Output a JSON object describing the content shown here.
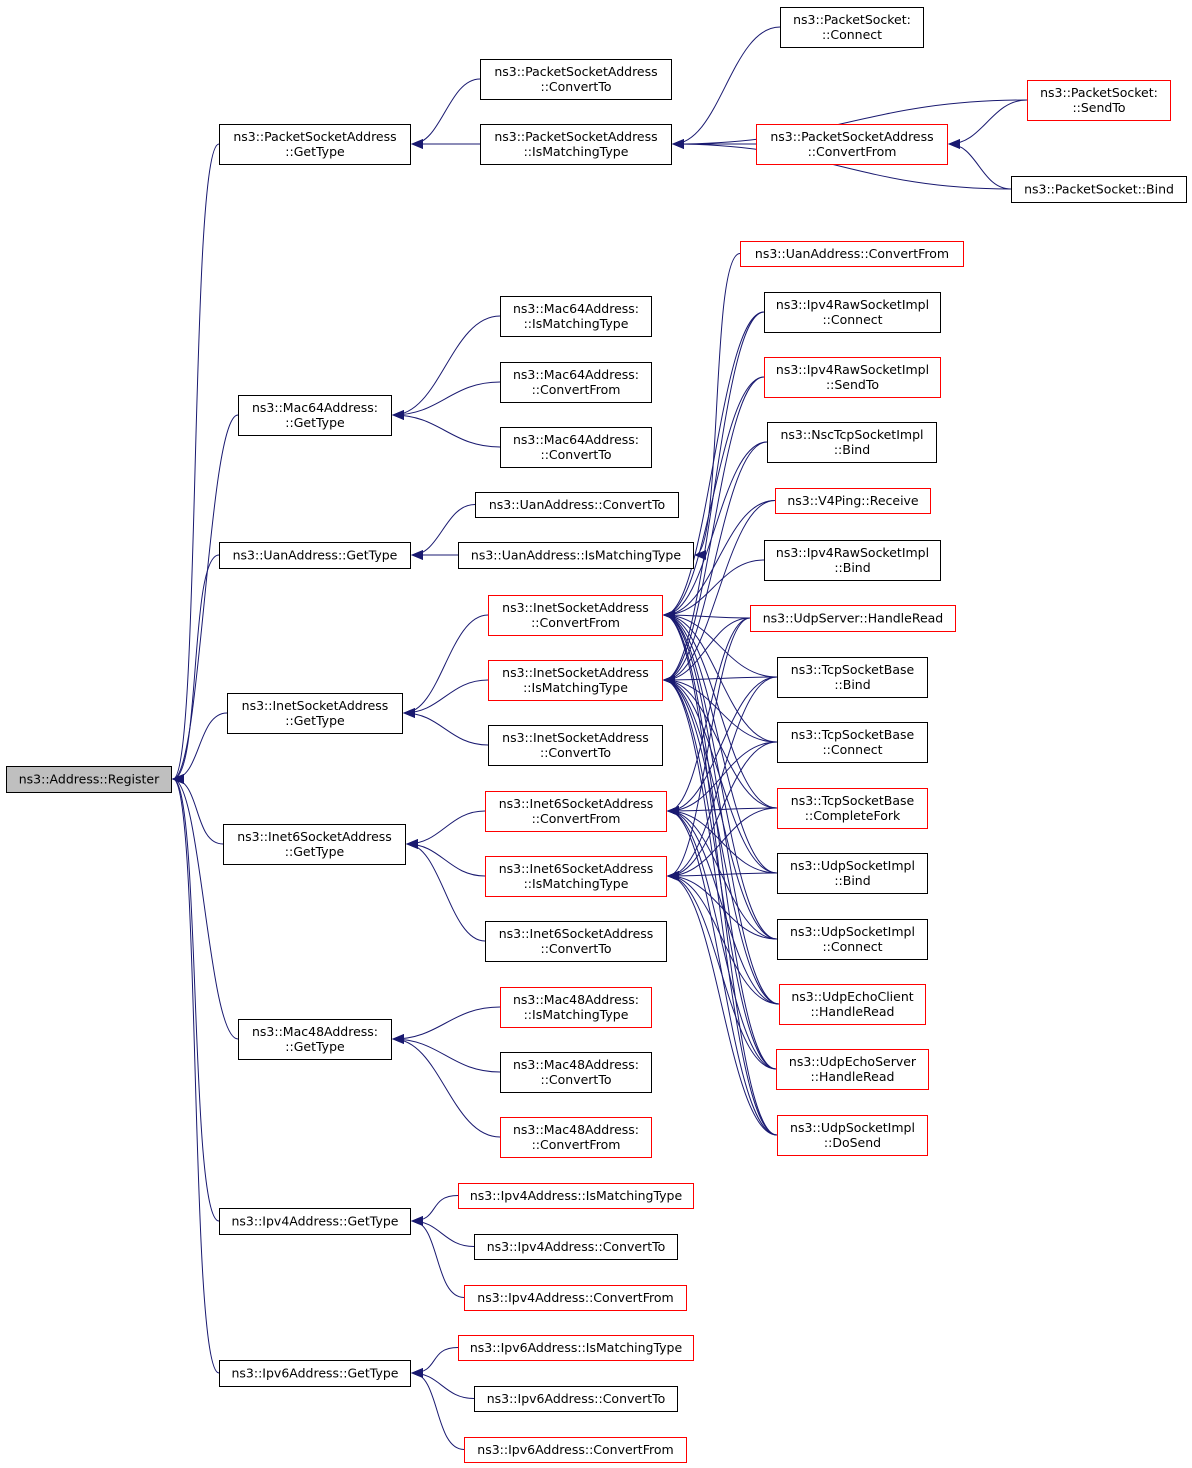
{
  "colors": {
    "edge": "#191970",
    "normal_border": "#000000",
    "red_border": "#ff0000",
    "root_fill": "#bfbfbf",
    "node_fill": "#ffffff"
  },
  "nodes": [
    {
      "id": "register",
      "lines": [
        "ns3::Address::Register"
      ],
      "style": "root"
    },
    {
      "id": "psa_gettype",
      "lines": [
        "ns3::PacketSocketAddress",
        "::GetType"
      ],
      "style": "normal"
    },
    {
      "id": "psa_convertto",
      "lines": [
        "ns3::PacketSocketAddress",
        "::ConvertTo"
      ],
      "style": "normal"
    },
    {
      "id": "psa_ismatching",
      "lines": [
        "ns3::PacketSocketAddress",
        "::IsMatchingType"
      ],
      "style": "normal"
    },
    {
      "id": "ps_connect",
      "lines": [
        "ns3::PacketSocket:",
        "::Connect"
      ],
      "style": "normal"
    },
    {
      "id": "ps_sendto",
      "lines": [
        "ns3::PacketSocket:",
        "::SendTo"
      ],
      "style": "red"
    },
    {
      "id": "psa_convertfrom",
      "lines": [
        "ns3::PacketSocketAddress",
        "::ConvertFrom"
      ],
      "style": "red"
    },
    {
      "id": "ps_bind",
      "lines": [
        "ns3::PacketSocket::Bind"
      ],
      "style": "normal"
    },
    {
      "id": "uan_convertfrom",
      "lines": [
        "ns3::UanAddress::ConvertFrom"
      ],
      "style": "red"
    },
    {
      "id": "m64_ismatching",
      "lines": [
        "ns3::Mac64Address:",
        "::IsMatchingType"
      ],
      "style": "normal"
    },
    {
      "id": "m64_convertfrom",
      "lines": [
        "ns3::Mac64Address:",
        "::ConvertFrom"
      ],
      "style": "normal"
    },
    {
      "id": "m64_gettype",
      "lines": [
        "ns3::Mac64Address:",
        "::GetType"
      ],
      "style": "normal"
    },
    {
      "id": "m64_convertto",
      "lines": [
        "ns3::Mac64Address:",
        "::ConvertTo"
      ],
      "style": "normal"
    },
    {
      "id": "uan_convertto",
      "lines": [
        "ns3::UanAddress::ConvertTo"
      ],
      "style": "normal"
    },
    {
      "id": "uan_gettype",
      "lines": [
        "ns3::UanAddress::GetType"
      ],
      "style": "normal"
    },
    {
      "id": "uan_ismatching",
      "lines": [
        "ns3::UanAddress::IsMatchingType"
      ],
      "style": "normal"
    },
    {
      "id": "i4raw_connect",
      "lines": [
        "ns3::Ipv4RawSocketImpl",
        "::Connect"
      ],
      "style": "normal"
    },
    {
      "id": "i4raw_sendto",
      "lines": [
        "ns3::Ipv4RawSocketImpl",
        "::SendTo"
      ],
      "style": "red"
    },
    {
      "id": "nsc_bind",
      "lines": [
        "ns3::NscTcpSocketImpl",
        "::Bind"
      ],
      "style": "normal"
    },
    {
      "id": "v4ping",
      "lines": [
        "ns3::V4Ping::Receive"
      ],
      "style": "red"
    },
    {
      "id": "i4raw_bind",
      "lines": [
        "ns3::Ipv4RawSocketImpl",
        "::Bind"
      ],
      "style": "normal"
    },
    {
      "id": "udpserver",
      "lines": [
        "ns3::UdpServer::HandleRead"
      ],
      "style": "red"
    },
    {
      "id": "isa_convertfrom",
      "lines": [
        "ns3::InetSocketAddress",
        "::ConvertFrom"
      ],
      "style": "red"
    },
    {
      "id": "isa_ismatching",
      "lines": [
        "ns3::InetSocketAddress",
        "::IsMatchingType"
      ],
      "style": "red"
    },
    {
      "id": "isa_gettype",
      "lines": [
        "ns3::InetSocketAddress",
        "::GetType"
      ],
      "style": "normal"
    },
    {
      "id": "isa_convertto",
      "lines": [
        "ns3::InetSocketAddress",
        "::ConvertTo"
      ],
      "style": "normal"
    },
    {
      "id": "tcp_bind",
      "lines": [
        "ns3::TcpSocketBase",
        "::Bind"
      ],
      "style": "normal"
    },
    {
      "id": "tcp_connect",
      "lines": [
        "ns3::TcpSocketBase",
        "::Connect"
      ],
      "style": "normal"
    },
    {
      "id": "tcp_completefork",
      "lines": [
        "ns3::TcpSocketBase",
        "::CompleteFork"
      ],
      "style": "red"
    },
    {
      "id": "i6sa_convertfrom",
      "lines": [
        "ns3::Inet6SocketAddress",
        "::ConvertFrom"
      ],
      "style": "red"
    },
    {
      "id": "i6sa_gettype",
      "lines": [
        "ns3::Inet6SocketAddress",
        "::GetType"
      ],
      "style": "normal"
    },
    {
      "id": "i6sa_ismatching",
      "lines": [
        "ns3::Inet6SocketAddress",
        "::IsMatchingType"
      ],
      "style": "red"
    },
    {
      "id": "udp_bind",
      "lines": [
        "ns3::UdpSocketImpl",
        "::Bind"
      ],
      "style": "normal"
    },
    {
      "id": "udp_connect",
      "lines": [
        "ns3::UdpSocketImpl",
        "::Connect"
      ],
      "style": "normal"
    },
    {
      "id": "i6sa_convertto",
      "lines": [
        "ns3::Inet6SocketAddress",
        "::ConvertTo"
      ],
      "style": "normal"
    },
    {
      "id": "echoclient",
      "lines": [
        "ns3::UdpEchoClient",
        "::HandleRead"
      ],
      "style": "red"
    },
    {
      "id": "m48_ismatching",
      "lines": [
        "ns3::Mac48Address:",
        "::IsMatchingType"
      ],
      "style": "red"
    },
    {
      "id": "m48_gettype",
      "lines": [
        "ns3::Mac48Address:",
        "::GetType"
      ],
      "style": "normal"
    },
    {
      "id": "m48_convertto",
      "lines": [
        "ns3::Mac48Address:",
        "::ConvertTo"
      ],
      "style": "normal"
    },
    {
      "id": "echoserver",
      "lines": [
        "ns3::UdpEchoServer",
        "::HandleRead"
      ],
      "style": "red"
    },
    {
      "id": "udp_dosend",
      "lines": [
        "ns3::UdpSocketImpl",
        "::DoSend"
      ],
      "style": "red"
    },
    {
      "id": "m48_convertfrom",
      "lines": [
        "ns3::Mac48Address:",
        "::ConvertFrom"
      ],
      "style": "red"
    },
    {
      "id": "ip4_ismatching",
      "lines": [
        "ns3::Ipv4Address::IsMatchingType"
      ],
      "style": "red"
    },
    {
      "id": "ip4_gettype",
      "lines": [
        "ns3::Ipv4Address::GetType"
      ],
      "style": "normal"
    },
    {
      "id": "ip4_convertto",
      "lines": [
        "ns3::Ipv4Address::ConvertTo"
      ],
      "style": "normal"
    },
    {
      "id": "ip4_convertfrom",
      "lines": [
        "ns3::Ipv4Address::ConvertFrom"
      ],
      "style": "red"
    },
    {
      "id": "ip6_ismatching",
      "lines": [
        "ns3::Ipv6Address::IsMatchingType"
      ],
      "style": "red"
    },
    {
      "id": "ip6_gettype",
      "lines": [
        "ns3::Ipv6Address::GetType"
      ],
      "style": "normal"
    },
    {
      "id": "ip6_convertto",
      "lines": [
        "ns3::Ipv6Address::ConvertTo"
      ],
      "style": "normal"
    },
    {
      "id": "ip6_convertfrom",
      "lines": [
        "ns3::Ipv6Address::ConvertFrom"
      ],
      "style": "red"
    }
  ],
  "edges": [
    [
      "psa_gettype",
      "register"
    ],
    [
      "m64_gettype",
      "register"
    ],
    [
      "uan_gettype",
      "register"
    ],
    [
      "isa_gettype",
      "register"
    ],
    [
      "i6sa_gettype",
      "register"
    ],
    [
      "m48_gettype",
      "register"
    ],
    [
      "ip4_gettype",
      "register"
    ],
    [
      "ip6_gettype",
      "register"
    ],
    [
      "psa_convertto",
      "psa_gettype"
    ],
    [
      "psa_ismatching",
      "psa_gettype"
    ],
    [
      "ps_connect",
      "psa_ismatching"
    ],
    [
      "ps_sendto",
      "psa_ismatching"
    ],
    [
      "psa_convertfrom",
      "psa_ismatching"
    ],
    [
      "ps_bind",
      "psa_ismatching"
    ],
    [
      "ps_sendto",
      "psa_convertfrom"
    ],
    [
      "ps_bind",
      "psa_convertfrom"
    ],
    [
      "m64_ismatching",
      "m64_gettype"
    ],
    [
      "m64_convertfrom",
      "m64_gettype"
    ],
    [
      "m64_convertto",
      "m64_gettype"
    ],
    [
      "uan_convertto",
      "uan_gettype"
    ],
    [
      "uan_ismatching",
      "uan_gettype"
    ],
    [
      "uan_convertfrom",
      "uan_ismatching"
    ],
    [
      "isa_convertfrom",
      "isa_gettype"
    ],
    [
      "isa_ismatching",
      "isa_gettype"
    ],
    [
      "isa_convertto",
      "isa_gettype"
    ],
    [
      "i6sa_convertfrom",
      "i6sa_gettype"
    ],
    [
      "i6sa_ismatching",
      "i6sa_gettype"
    ],
    [
      "i6sa_convertto",
      "i6sa_gettype"
    ],
    [
      "m48_ismatching",
      "m48_gettype"
    ],
    [
      "m48_convertto",
      "m48_gettype"
    ],
    [
      "m48_convertfrom",
      "m48_gettype"
    ],
    [
      "ip4_ismatching",
      "ip4_gettype"
    ],
    [
      "ip4_convertto",
      "ip4_gettype"
    ],
    [
      "ip4_convertfrom",
      "ip4_gettype"
    ],
    [
      "ip6_ismatching",
      "ip6_gettype"
    ],
    [
      "ip6_convertto",
      "ip6_gettype"
    ],
    [
      "ip6_convertfrom",
      "ip6_gettype"
    ],
    [
      "i4raw_connect",
      "isa_convertfrom"
    ],
    [
      "i4raw_sendto",
      "isa_convertfrom"
    ],
    [
      "nsc_bind",
      "isa_convertfrom"
    ],
    [
      "v4ping",
      "isa_convertfrom"
    ],
    [
      "i4raw_bind",
      "isa_convertfrom"
    ],
    [
      "udpserver",
      "isa_convertfrom"
    ],
    [
      "tcp_bind",
      "isa_convertfrom"
    ],
    [
      "tcp_connect",
      "isa_convertfrom"
    ],
    [
      "tcp_completefork",
      "isa_convertfrom"
    ],
    [
      "udp_bind",
      "isa_convertfrom"
    ],
    [
      "udp_connect",
      "isa_convertfrom"
    ],
    [
      "echoclient",
      "isa_convertfrom"
    ],
    [
      "echoserver",
      "isa_convertfrom"
    ],
    [
      "udp_dosend",
      "isa_convertfrom"
    ],
    [
      "i4raw_connect",
      "isa_ismatching"
    ],
    [
      "i4raw_sendto",
      "isa_ismatching"
    ],
    [
      "nsc_bind",
      "isa_ismatching"
    ],
    [
      "v4ping",
      "isa_ismatching"
    ],
    [
      "udpserver",
      "isa_ismatching"
    ],
    [
      "tcp_bind",
      "isa_ismatching"
    ],
    [
      "tcp_connect",
      "isa_ismatching"
    ],
    [
      "tcp_completefork",
      "isa_ismatching"
    ],
    [
      "udp_bind",
      "isa_ismatching"
    ],
    [
      "udp_connect",
      "isa_ismatching"
    ],
    [
      "echoclient",
      "isa_ismatching"
    ],
    [
      "echoserver",
      "isa_ismatching"
    ],
    [
      "udp_dosend",
      "isa_ismatching"
    ],
    [
      "udpserver",
      "i6sa_convertfrom"
    ],
    [
      "tcp_bind",
      "i6sa_convertfrom"
    ],
    [
      "tcp_connect",
      "i6sa_convertfrom"
    ],
    [
      "tcp_completefork",
      "i6sa_convertfrom"
    ],
    [
      "udp_bind",
      "i6sa_convertfrom"
    ],
    [
      "udp_connect",
      "i6sa_convertfrom"
    ],
    [
      "echoclient",
      "i6sa_convertfrom"
    ],
    [
      "echoserver",
      "i6sa_convertfrom"
    ],
    [
      "udp_dosend",
      "i6sa_convertfrom"
    ],
    [
      "udpserver",
      "i6sa_ismatching"
    ],
    [
      "tcp_bind",
      "i6sa_ismatching"
    ],
    [
      "tcp_connect",
      "i6sa_ismatching"
    ],
    [
      "tcp_completefork",
      "i6sa_ismatching"
    ],
    [
      "udp_bind",
      "i6sa_ismatching"
    ],
    [
      "udp_connect",
      "i6sa_ismatching"
    ],
    [
      "echoclient",
      "i6sa_ismatching"
    ],
    [
      "echoserver",
      "i6sa_ismatching"
    ],
    [
      "udp_dosend",
      "i6sa_ismatching"
    ]
  ]
}
